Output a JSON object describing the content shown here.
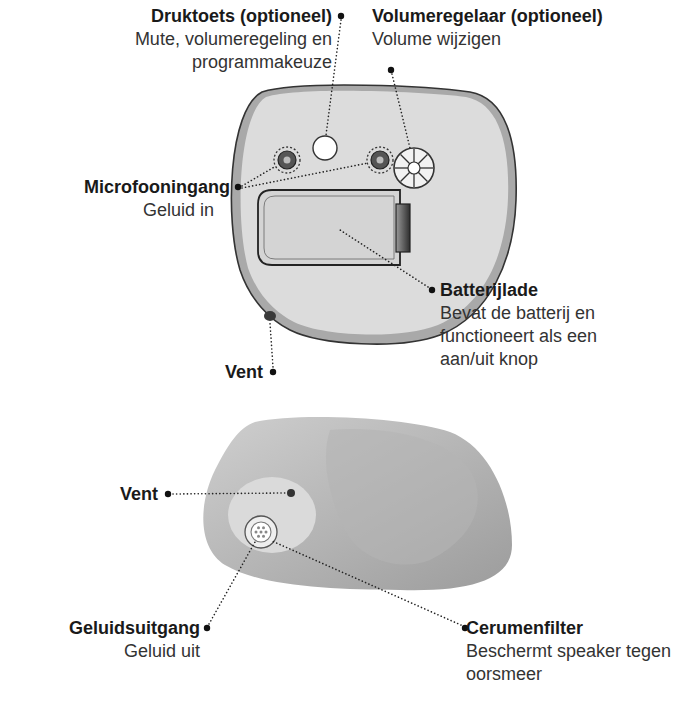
{
  "diagram": {
    "labels": [
      "Druktoets (optioneel)",
      "Mute, volumeregeling en programmakeuze",
      "Volumeregelaar (optioneel)",
      "Volume wijzigen",
      "Microfooningang",
      "Geluid in",
      "Batterijlade",
      "Bevat de batterij en functioneert als een aan/uit knop",
      "Vent",
      "Vent",
      "Geluidsuitgang",
      "Geluid uit",
      "Cerumenfilter",
      "Beschermt speaker tegen oorsmeer"
    ]
  }
}
